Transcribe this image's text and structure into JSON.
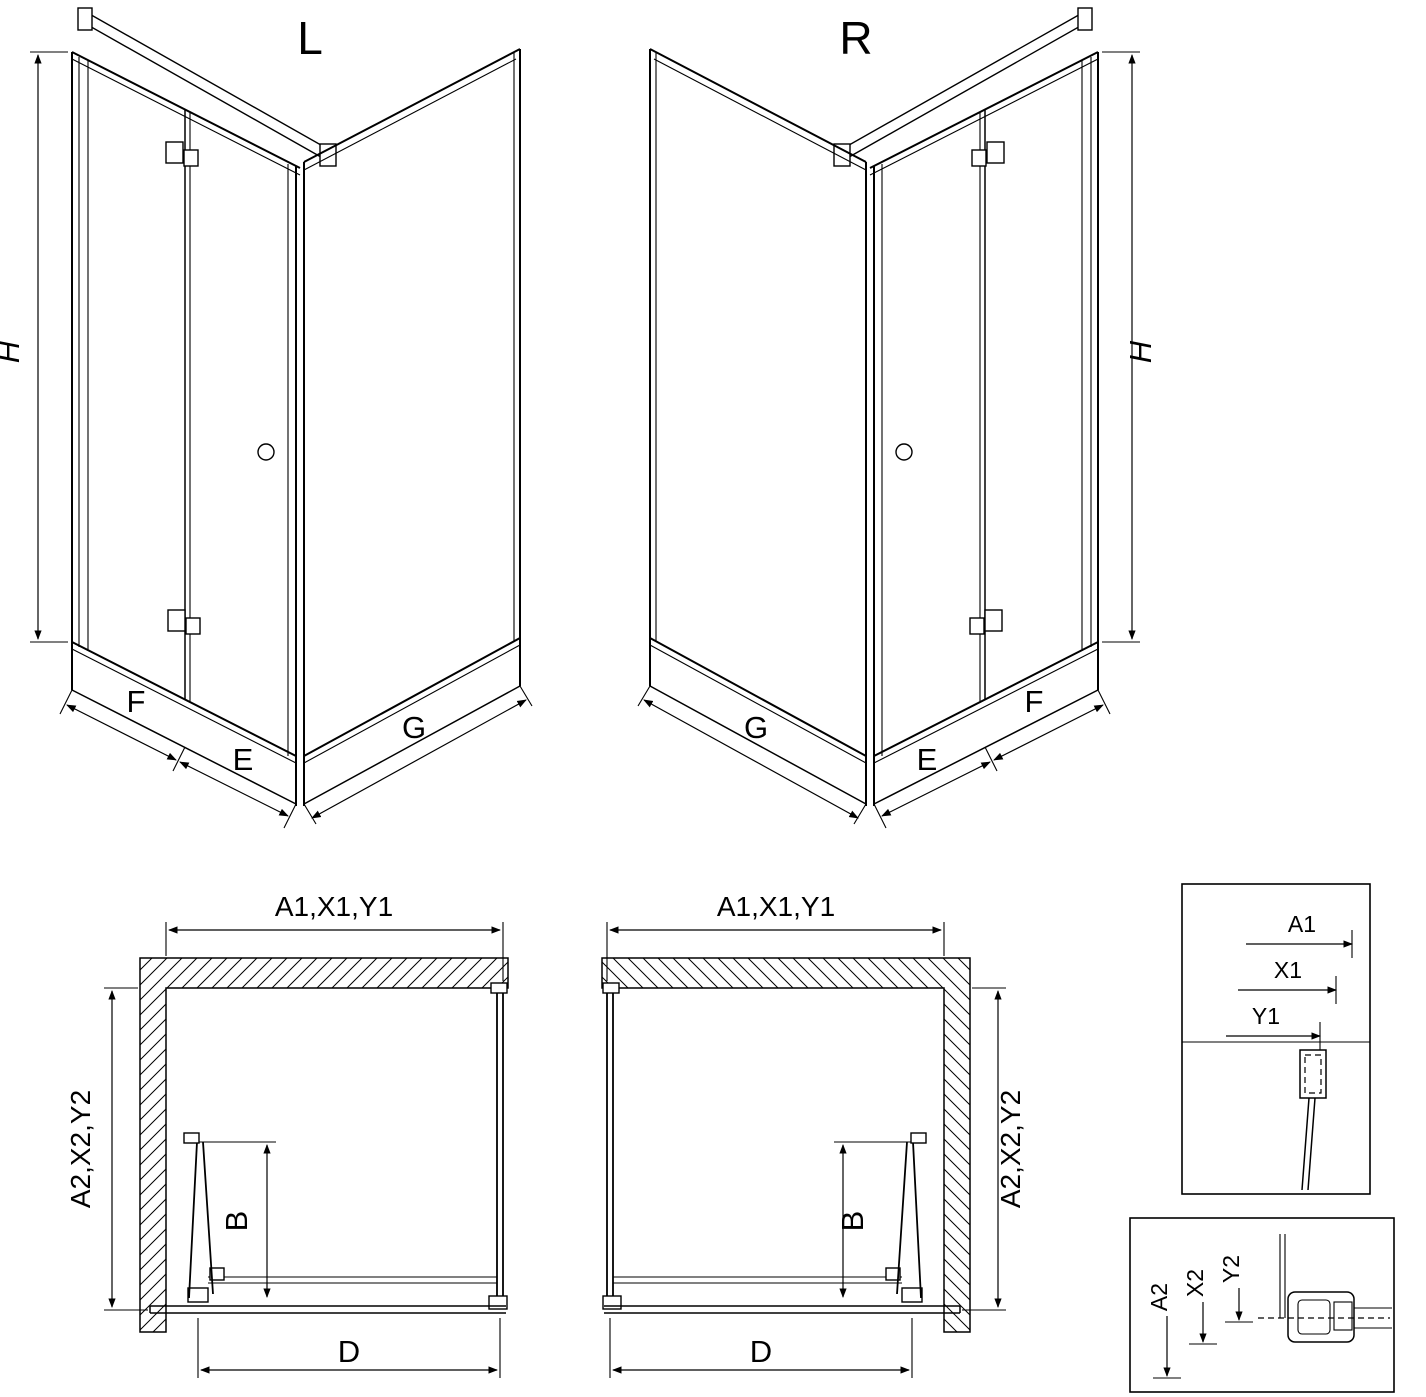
{
  "diagram": {
    "view_l": {
      "title": "L",
      "height_label": "H",
      "fixed_label": "F",
      "door_label": "E",
      "side_label": "G"
    },
    "view_r": {
      "title": "R",
      "height_label": "H",
      "fixed_label": "F",
      "door_label": "E",
      "side_label": "G"
    },
    "plan_l": {
      "width_top_label": "A1,X1,Y1",
      "depth_label": "A2,X2,Y2",
      "door_open_label": "B",
      "width_bottom_label": "D"
    },
    "plan_r": {
      "width_top_label": "A1,X1,Y1",
      "depth_label": "A2,X2,Y2",
      "door_open_label": "B",
      "width_bottom_label": "D"
    },
    "detail_top": {
      "a1": "A1",
      "x1": "X1",
      "y1": "Y1"
    },
    "detail_bottom": {
      "a2": "A2",
      "x2": "X2",
      "y2": "Y2"
    },
    "colors": {
      "line": "#000000",
      "background": "#ffffff"
    }
  }
}
